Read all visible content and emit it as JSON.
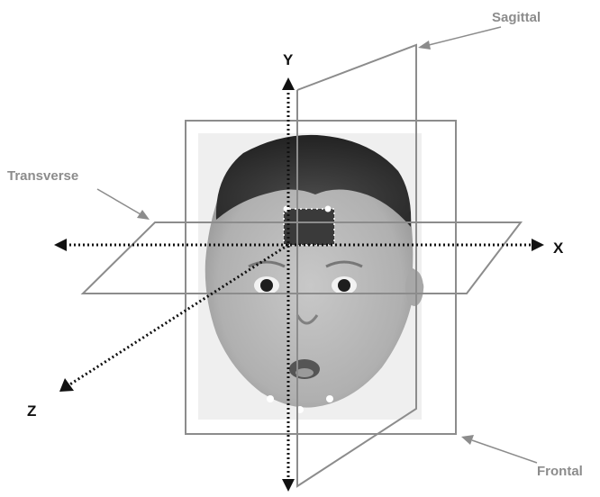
{
  "axes": {
    "x_label": "X",
    "y_label": "Y",
    "z_label": "Z"
  },
  "planes": {
    "sagittal": "Sagittal",
    "transverse": "Transverse",
    "frontal": "Frontal"
  },
  "colors": {
    "axis": "#111111",
    "plane_outline": "#8c8c8c",
    "photo_backdrop": "#efefef",
    "skin": "#b9b9b9",
    "hair": "#3a3a3a",
    "marker": "#ffffff"
  }
}
